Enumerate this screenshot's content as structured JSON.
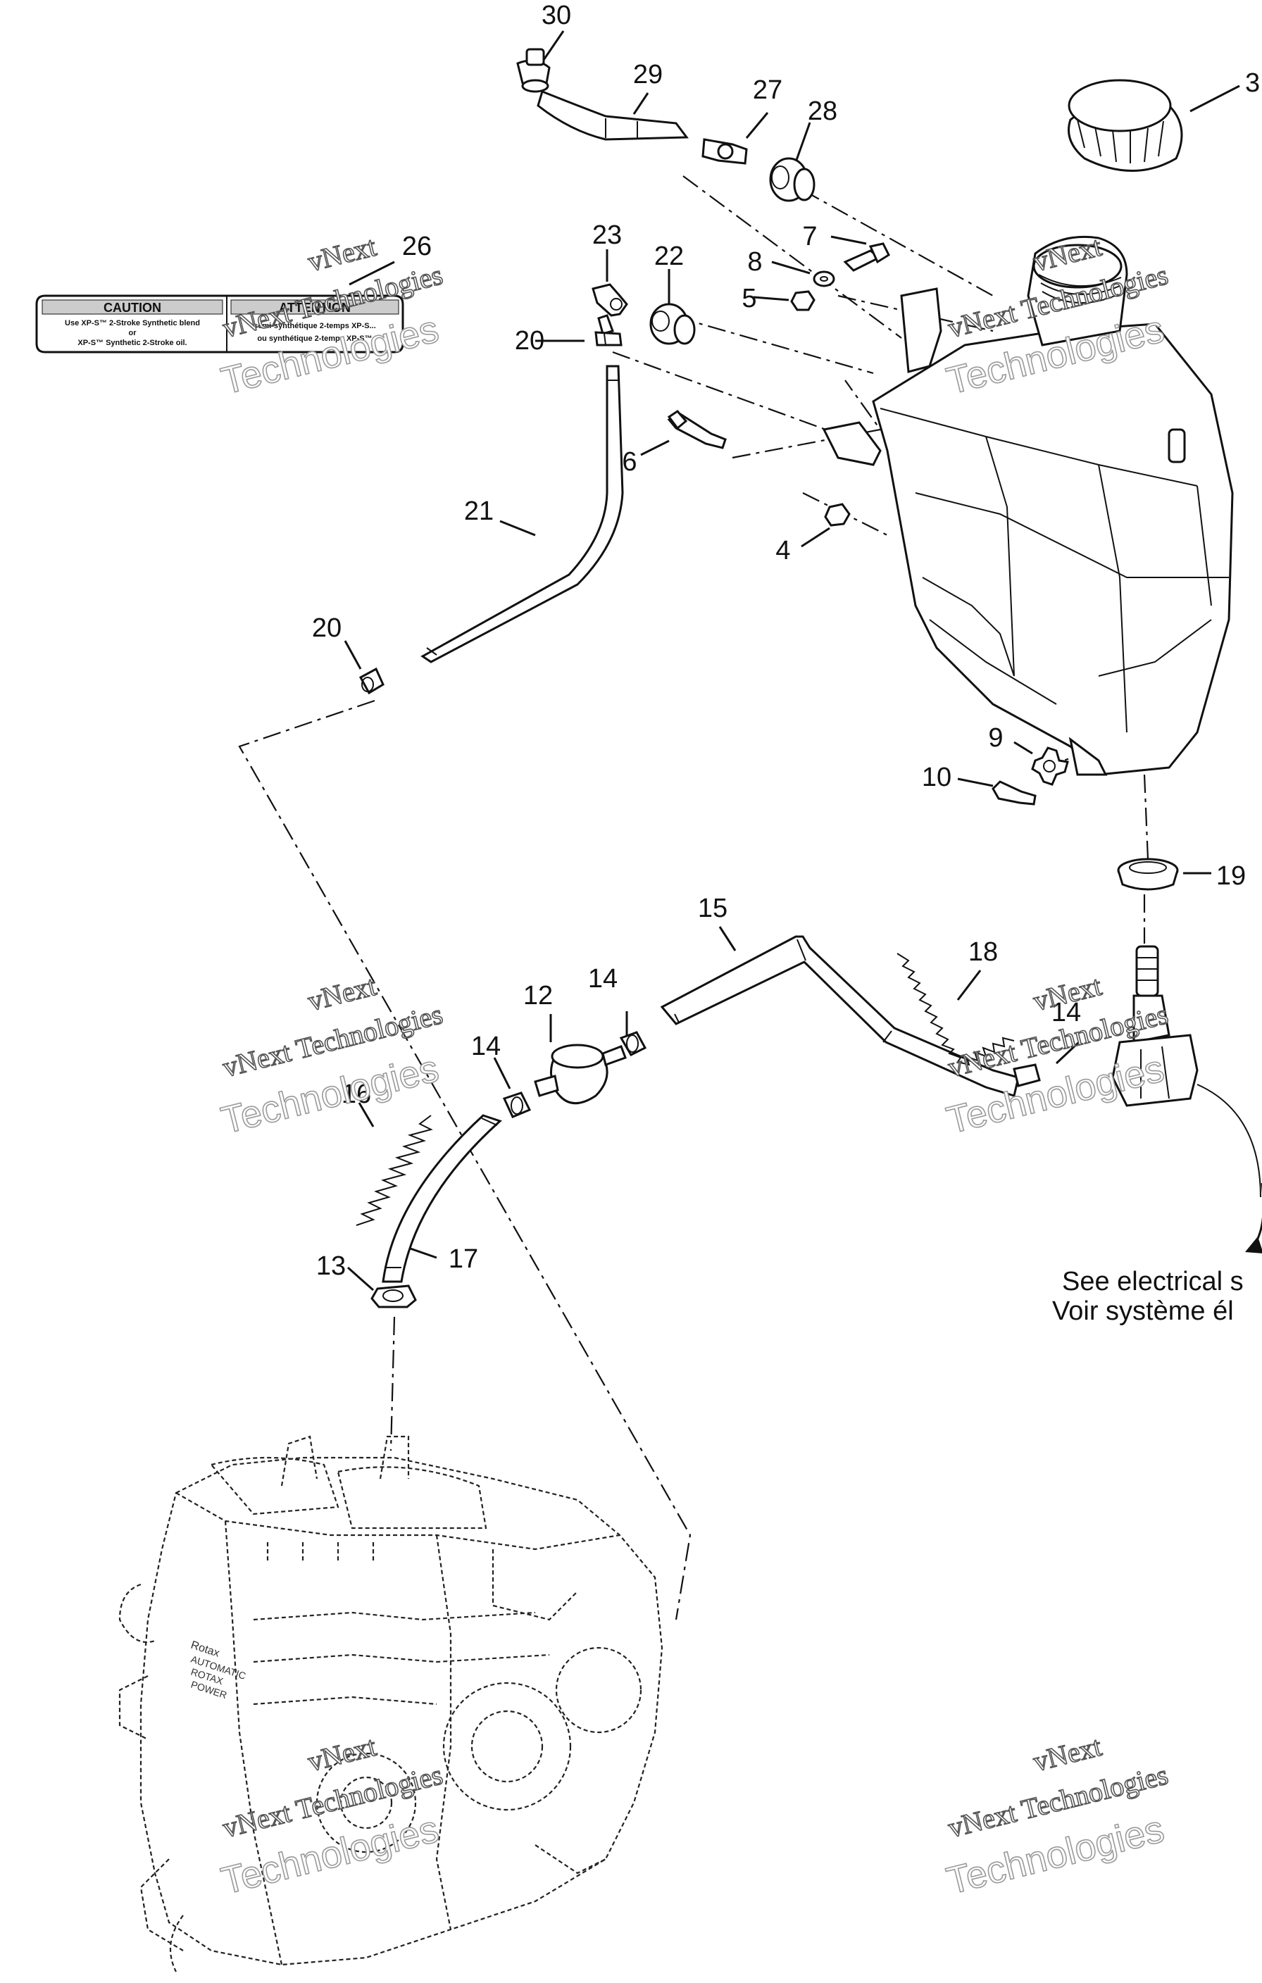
{
  "callouts": [
    "30",
    "29",
    "27",
    "28",
    "3",
    "26",
    "23",
    "22",
    "7",
    "8",
    "5",
    "20",
    "6",
    "21",
    "4",
    "20",
    "9",
    "10",
    "19",
    "15",
    "18",
    "12",
    "14",
    "14",
    "14",
    "16",
    "17",
    "13"
  ],
  "decal": {
    "left_title": "CAUTION",
    "left_line1": "Use XP-S™ 2-Stroke Synthetic blend",
    "left_line2": "or",
    "left_line3": "XP-S™ Synthetic 2-Stroke oil.",
    "right_title": "ATTENTION",
    "right_line1": "semi-synthétique 2-temps XP-S...",
    "right_line2": "ou synthétique 2-temps XP-S™"
  },
  "note": {
    "line1": "See electrical s",
    "line2": "Voir système él"
  },
  "engine_label": [
    "Rotax",
    "AUTOMATIC",
    "ROTAX",
    "POWER"
  ],
  "watermarks": [
    {
      "brand": "vNext",
      "line": "vNext Technologies",
      "big": "Technologies"
    },
    {
      "brand": "vNext",
      "line": "vNext Technologies",
      "big": "Technologies"
    },
    {
      "brand": "vNext",
      "line": "vNext Technologies",
      "big": "Technologies"
    },
    {
      "brand": "vNext",
      "line": "vNext Technologies",
      "big": "Technologies"
    },
    {
      "brand": "vNext",
      "line": "vNext Technologies",
      "big": "Technologies"
    },
    {
      "brand": "vNext",
      "line": "vNext Technologies",
      "big": "Technologies"
    }
  ]
}
